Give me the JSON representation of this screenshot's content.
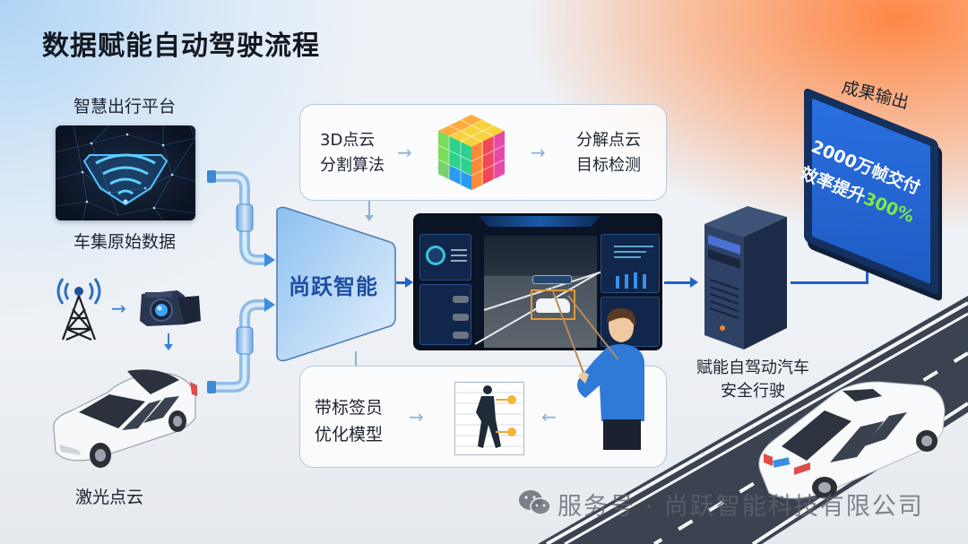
{
  "title": "数据赋能自动驾驶流程",
  "sources": {
    "platform_label": "智慧出行平台",
    "fleet_label": "车集原始数据",
    "lidar_label": "激光点云"
  },
  "center_node": {
    "label": "尚跃智能"
  },
  "top_panel": {
    "left_text_line1": "3D点云",
    "left_text_line2": "分割算法",
    "right_text_line1": "分解点云",
    "right_text_line2": "目标检测",
    "icon": "rubiks-cube-icon"
  },
  "bottom_panel": {
    "left_text_line1": "带标签员",
    "left_text_line2": "优化模型",
    "icon": "walking-person-annotation-icon"
  },
  "dashboard": {
    "icon": "monitoring-dashboard-screen"
  },
  "server": {
    "label_line1": "赋能自驾动汽车",
    "label_line2": "安全行驶"
  },
  "output": {
    "heading": "成果输出",
    "line1": "2000万帧交付",
    "line2_prefix": "效率提升",
    "line2_value": "300%",
    "highlight_color": "#7de84a"
  },
  "watermark": {
    "text": "服务号 · 尚跃智能科技有限公司",
    "icon": "wechat-icon"
  },
  "colors": {
    "accent_blue": "#1e63c8",
    "title": "#14181f",
    "panel_border": "#b8c7d8"
  }
}
